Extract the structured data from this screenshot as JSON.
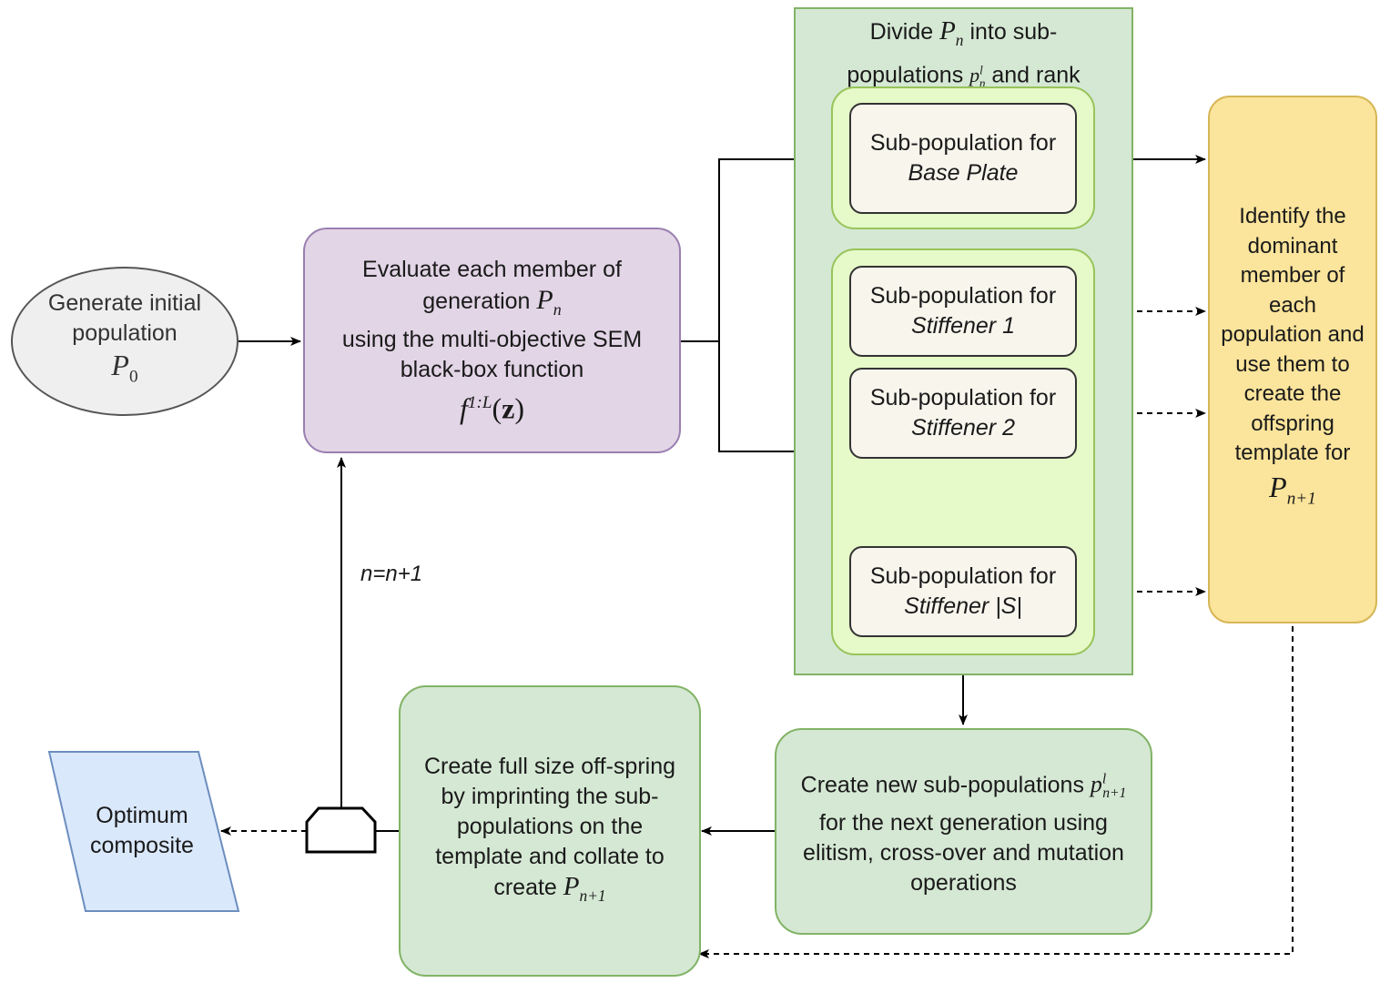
{
  "start_node": {
    "line1": "Generate initial",
    "line2": "population",
    "math_base": "P",
    "math_sub": "0"
  },
  "evaluate_node": {
    "line1": "Evaluate each member of",
    "line2_prefix": "generation ",
    "line2_math_base": "P",
    "line2_math_sub": "n",
    "line3": "using the multi-objective SEM",
    "line4": "black-box function",
    "func_base": "f",
    "func_sup": "1:L",
    "func_arg_open": "(",
    "func_arg": "z",
    "func_arg_close": ")"
  },
  "divide_group": {
    "title_part1": "Divide ",
    "title_math_base": "P",
    "title_math_sub": "n",
    "title_part2": " into sub-",
    "title_line2_prefix": "populations ",
    "title_line2_math_base": "p",
    "title_line2_math_sup": "l",
    "title_line2_math_sub": "n",
    "title_line2_suffix": " and rank"
  },
  "subpopulations": [
    {
      "line1": "Sub-population for",
      "line2": "Base Plate"
    },
    {
      "line1": "Sub-population for",
      "line2": "Stiffener 1"
    },
    {
      "line1": "Sub-population for",
      "line2": "Stiffener 2"
    },
    {
      "line1": "Sub-population for",
      "line2": "Stiffener |S|"
    }
  ],
  "identify_node": {
    "lines": [
      "Identify the",
      "dominant",
      "member of",
      "each",
      "population and",
      "use them to",
      "create the",
      "offspring",
      "template for"
    ],
    "math_base": "P",
    "math_sub": "n+1"
  },
  "new_subpop_node": {
    "line1_prefix": "Create new sub-populations ",
    "math_base": "p",
    "math_sup": "l",
    "math_sub": "n+1",
    "line2": "for the next generation using",
    "line3": "elitism, cross-over and mutation",
    "line4": "operations"
  },
  "offspring_node": {
    "line1": "Create full size off-spring",
    "line2": "by imprinting the sub-",
    "line3": "populations on the",
    "line4": "template and collate to",
    "line5_prefix": "create ",
    "math_base": "P",
    "math_sub": "n+1"
  },
  "output_node": {
    "line1": "Optimum",
    "line2": "composite"
  },
  "loop_label": "n=n+1",
  "colors": {
    "ellipse_fill": "#efefef",
    "evaluate_fill": "#e2d5e6",
    "group_fill": "#d5e8d4",
    "subgroup_fill": "#e6f9c8",
    "identify_fill": "#fbe49b",
    "output_fill": "#dae8fc"
  }
}
